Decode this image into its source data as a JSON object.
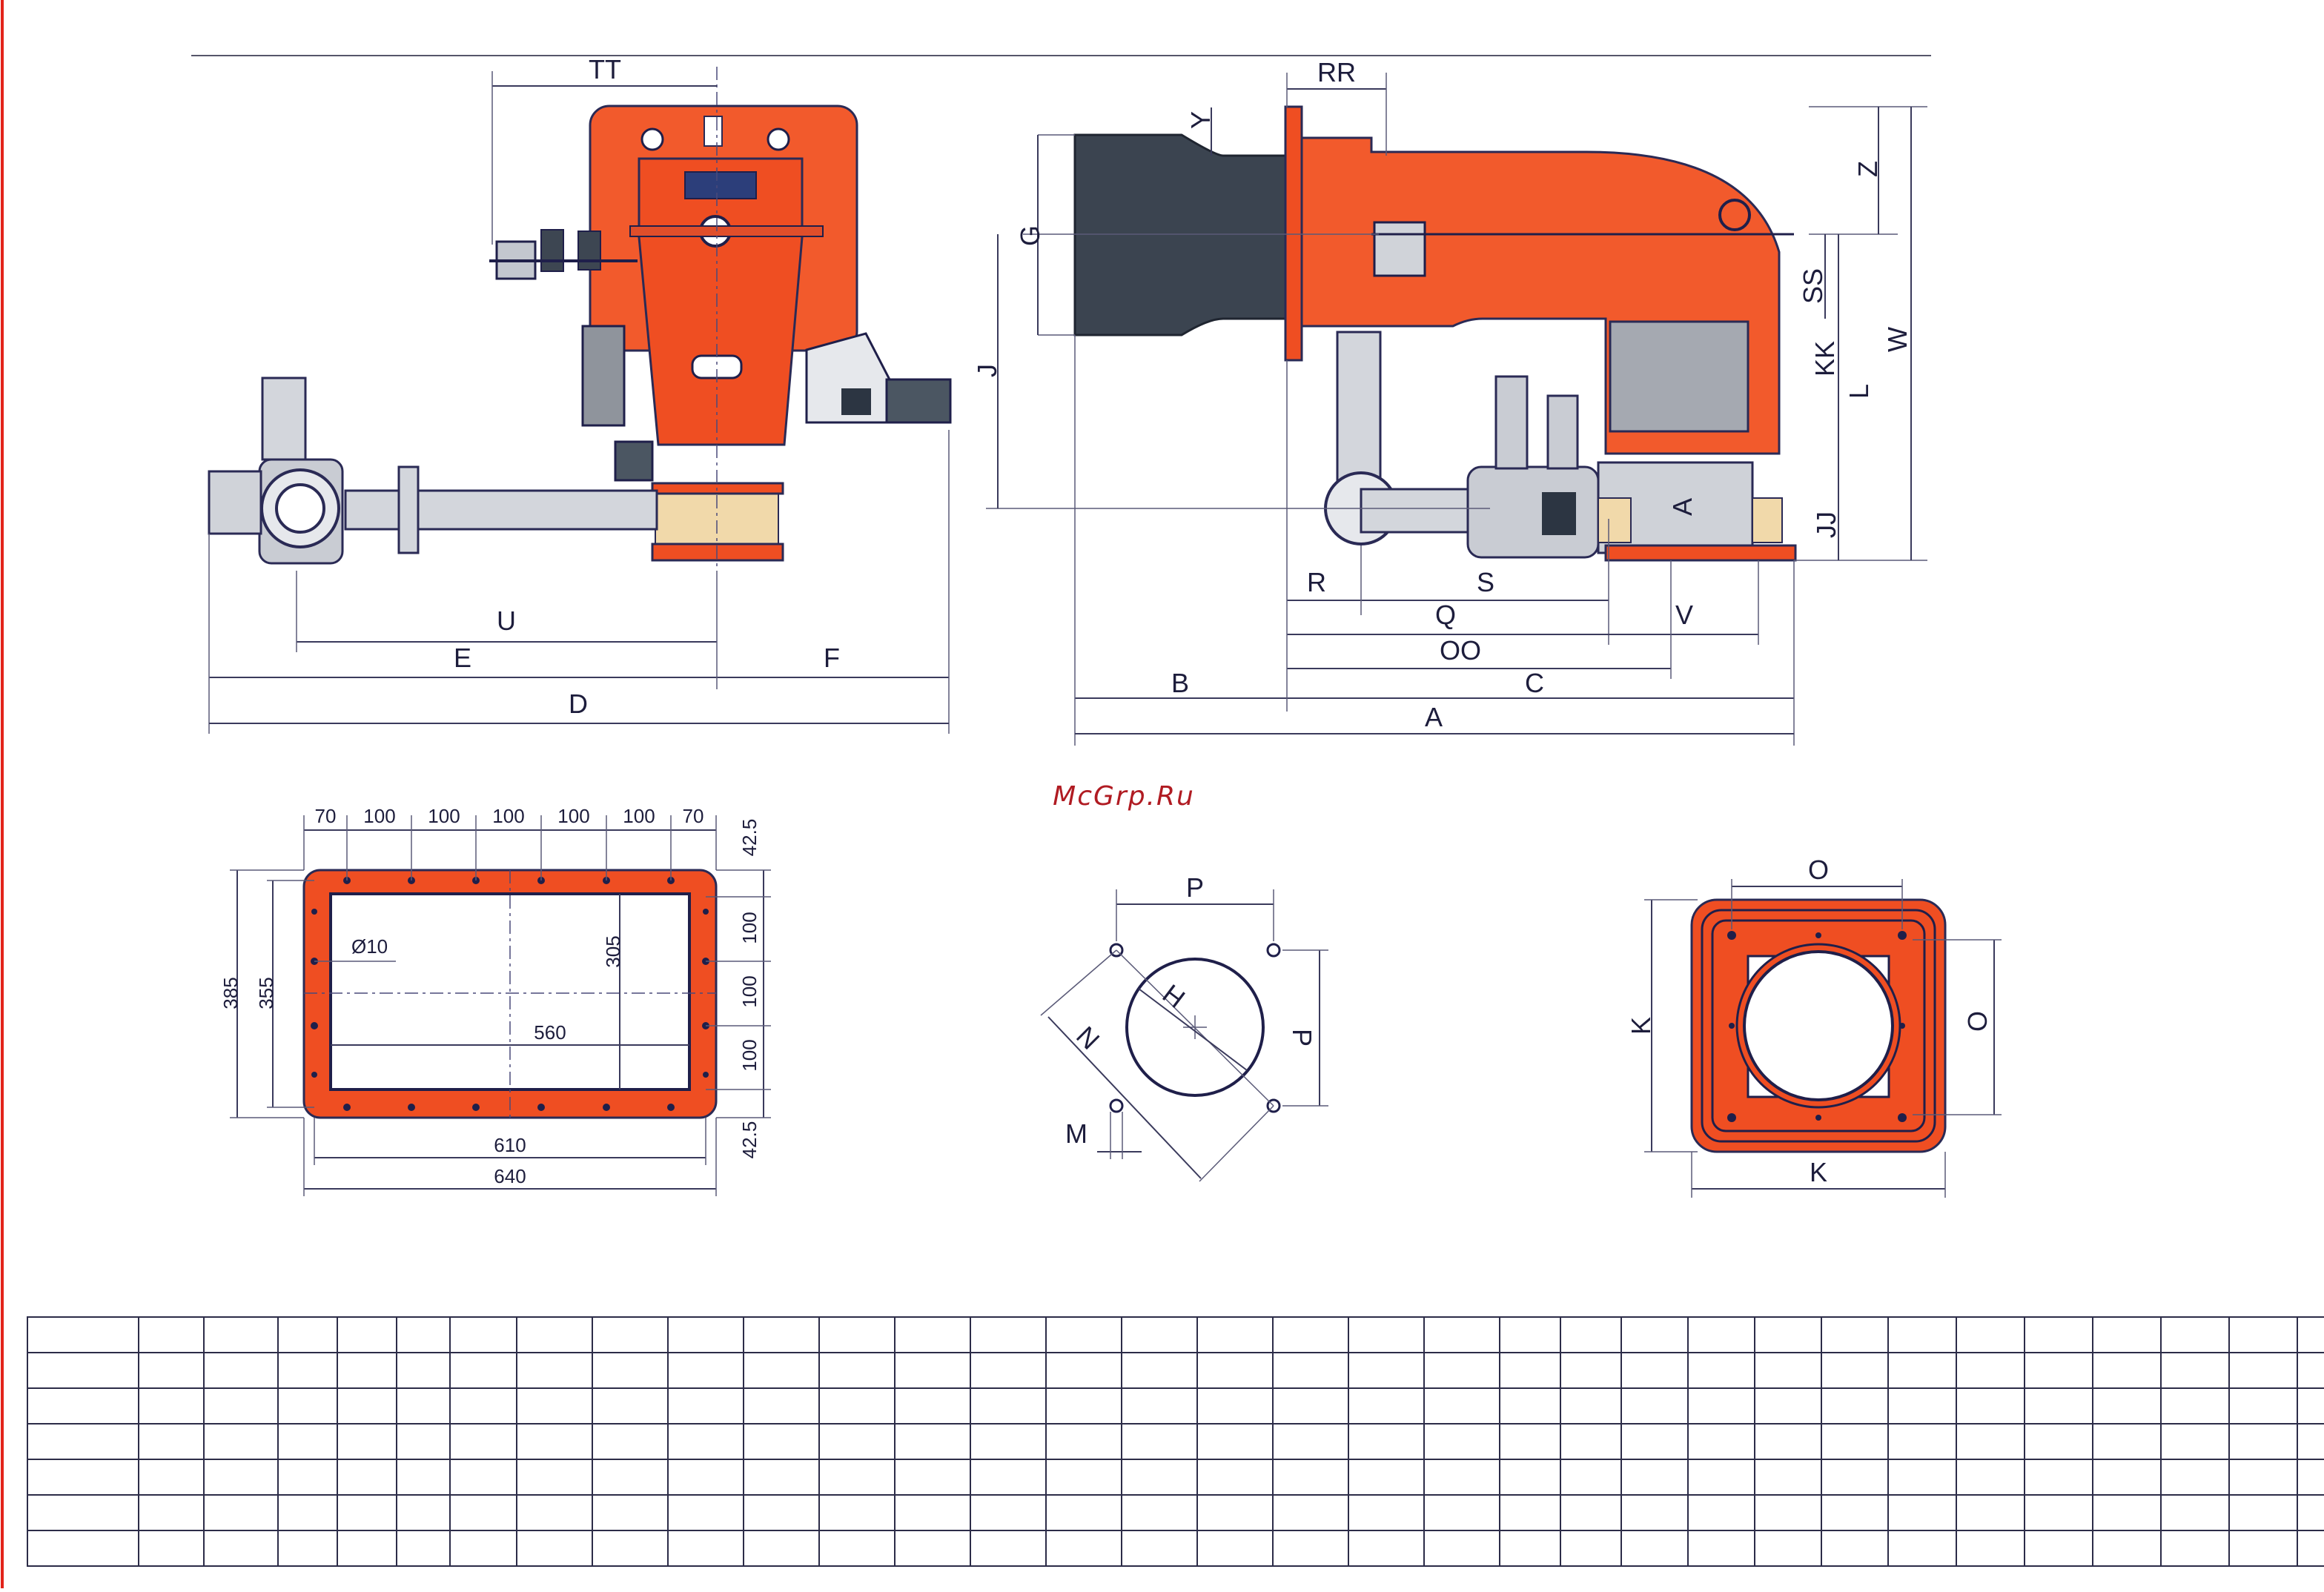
{
  "watermark": "McGrp.Ru",
  "side_view_labels": {
    "TT": "TT",
    "U": "U",
    "E": "E",
    "F": "F",
    "D": "D"
  },
  "front_view_labels": {
    "RR": "RR",
    "Y": "Y",
    "Z": "Z",
    "G": "G",
    "J": "J",
    "SS": "SS",
    "W": "W",
    "KK": "KK",
    "L": "L",
    "JJ": "JJ",
    "R": "R",
    "S": "S",
    "Q": "Q",
    "V": "V",
    "OO": "OO",
    "B": "B",
    "C": "C",
    "A": "A",
    "gas_arrow": "A"
  },
  "flange_plate": {
    "top_spacing": [
      "70",
      "100",
      "100",
      "100",
      "100",
      "100",
      "70"
    ],
    "right_spacing": [
      "42.5",
      "100",
      "100",
      "100",
      "42.5"
    ],
    "hole_label": "Ø10",
    "inner_height": "305",
    "inner_width": "560",
    "height_outer": "385",
    "height_mid": "355",
    "width_mid": "610",
    "width_outer": "640"
  },
  "bolt_pattern": {
    "P_top": "P",
    "P_side": "P",
    "H": "H",
    "N": "N",
    "M": "M"
  },
  "head_flange": {
    "O_top": "O",
    "O_side": "O",
    "K_side": "K",
    "K_bottom": "K"
  },
  "table": {
    "rows": 7,
    "cols": 34
  },
  "colors": {
    "burner_body": "#f25a2c",
    "blast_tube": "#3b4450",
    "frame_border": "#e2231a"
  }
}
